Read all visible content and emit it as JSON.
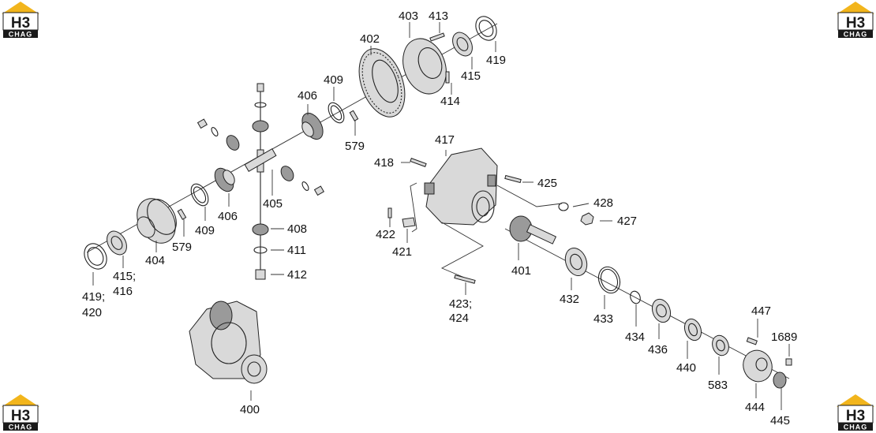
{
  "logo": {
    "main_text": "H3",
    "sub_text": "CHAG",
    "color": "#f2b51c"
  },
  "labels": {
    "l400": "400",
    "l401": "401",
    "l402": "402",
    "l403": "403",
    "l404": "404",
    "l405": "405",
    "l406a": "406",
    "l406b": "406",
    "l408": "408",
    "l409a": "409",
    "l409b": "409",
    "l411": "411",
    "l412": "412",
    "l413": "413",
    "l414": "414",
    "l415": "415",
    "l415_416_a": "415;",
    "l415_416_b": "416",
    "l417": "417",
    "l418": "418",
    "l419": "419",
    "l419_420_a": "419;",
    "l419_420_b": "420",
    "l421": "421",
    "l422": "422",
    "l423_424_a": "423;",
    "l423_424_b": "424",
    "l425": "425",
    "l427": "427",
    "l428": "428",
    "l432": "432",
    "l433": "433",
    "l434": "434",
    "l436": "436",
    "l440": "440",
    "l444": "444",
    "l445": "445",
    "l447": "447",
    "l579a": "579",
    "l579b": "579",
    "l583": "583",
    "l1689": "1689"
  }
}
